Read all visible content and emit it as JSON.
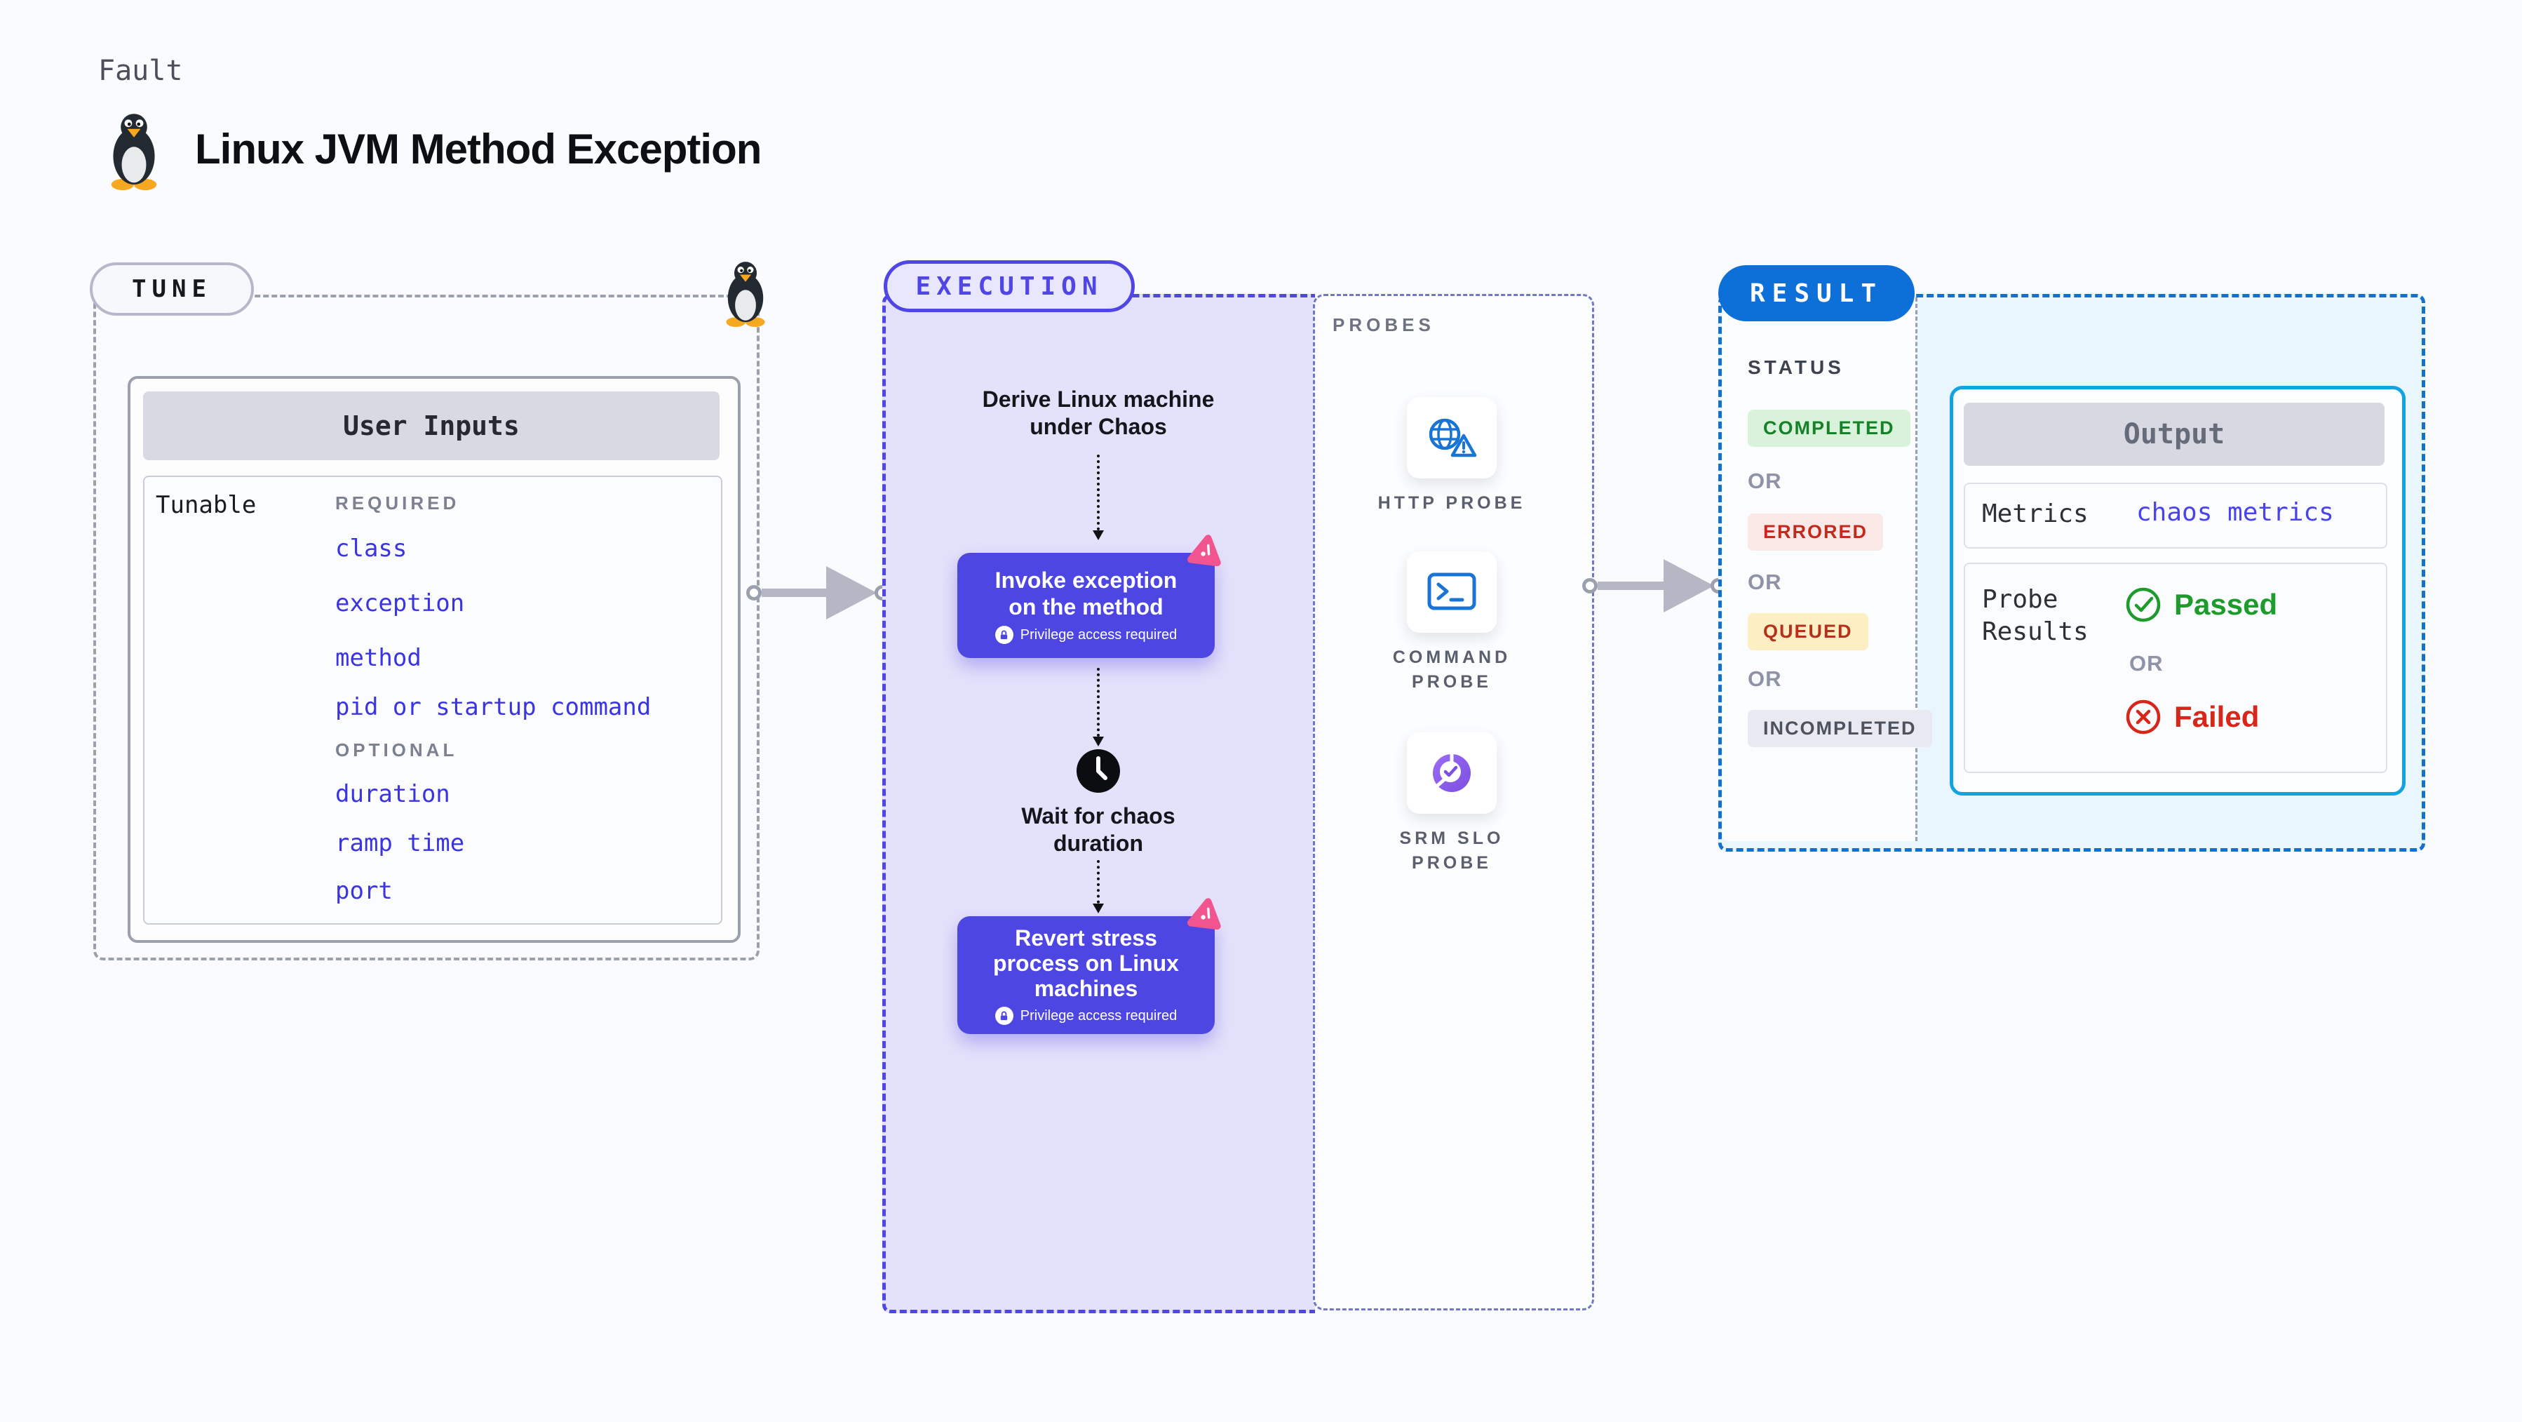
{
  "header": {
    "eyebrow": "Fault",
    "title": "Linux JVM Method Exception"
  },
  "tune": {
    "badge": "TUNE",
    "panel_title": "User Inputs",
    "row_label": "Tunable",
    "required_label": "REQUIRED",
    "required": [
      "class",
      "exception",
      "method",
      "pid or startup command"
    ],
    "optional_label": "OPTIONAL",
    "optional": [
      "duration",
      "ramp time",
      "port"
    ]
  },
  "execution": {
    "badge": "EXECUTION",
    "derive": "Derive Linux machine under Chaos",
    "invoke": {
      "label": "Invoke exception on the method",
      "note": "Privilege access required"
    },
    "wait": "Wait for chaos duration",
    "revert": {
      "label": "Revert stress process on Linux machines",
      "note": "Privilege access required"
    }
  },
  "probes": {
    "label": "PROBES",
    "items": [
      {
        "name": "HTTP PROBE",
        "icon": "globe-alert-icon"
      },
      {
        "name": "COMMAND PROBE",
        "icon": "terminal-icon"
      },
      {
        "name": "SRM SLO PROBE",
        "icon": "slo-donut-icon"
      }
    ]
  },
  "result": {
    "badge": "RESULT",
    "status_label": "STATUS",
    "or": "OR",
    "statuses": [
      {
        "label": "COMPLETED",
        "bg": "#d9f2da",
        "fg": "#17812a"
      },
      {
        "label": "ERRORED",
        "bg": "#fbe9e7",
        "fg": "#c22a1c"
      },
      {
        "label": "QUEUED",
        "bg": "#fdeec3",
        "fg": "#b3321c"
      },
      {
        "label": "INCOMPLETED",
        "bg": "#e8e9f1",
        "fg": "#4d525f"
      }
    ],
    "output": {
      "title": "Output",
      "metrics_label": "Metrics",
      "metrics_value": "chaos metrics",
      "probe_results_label": "Probe Results",
      "passed": "Passed",
      "or": "OR",
      "failed": "Failed"
    }
  },
  "colors": {
    "accent_indigo": "#4f46e5",
    "accent_blue": "#0d6fd8",
    "output_border": "#12a3e2",
    "link_blue": "#3a34e2",
    "probe_icon_blue": "#1974d4",
    "slo_purple": "#8e5cf0",
    "chaos_pink": "#f2548f",
    "passed_green": "#1d9b2b",
    "failed_red": "#d7271a"
  }
}
